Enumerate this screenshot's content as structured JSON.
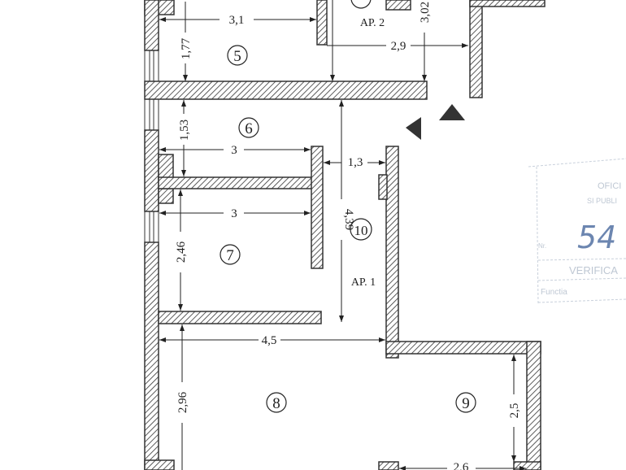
{
  "rooms": [
    {
      "number": "5"
    },
    {
      "number": "6"
    },
    {
      "number": "7"
    },
    {
      "number": "8"
    },
    {
      "number": "9"
    },
    {
      "number": "10"
    }
  ],
  "apartments": {
    "ap1": "AP. 1",
    "ap2": "AP. 2"
  },
  "dimensions": {
    "d_3_1": "3,1",
    "d_1_77": "1,77",
    "d_3_02": "3,02",
    "d_2_9": "2,9",
    "d_1_53": "1,53",
    "d_3_a": "3",
    "d_1_3": "1,3",
    "d_3_b": "3",
    "d_4_39": "4,39",
    "d_2_46": "2,46",
    "d_4_5": "4,5",
    "d_2_96": "2,96",
    "d_2_5": "2,5",
    "d_2_6": "2,6"
  },
  "stamp": {
    "line1": "OFICI",
    "line2": "SI PUBLI",
    "number": "54",
    "line3": "Nr.",
    "line4": "VERIFICA",
    "line5": "Functia",
    "color": "#8aa0bd"
  },
  "colors": {
    "wall": "#333333",
    "ink": "#222222"
  }
}
